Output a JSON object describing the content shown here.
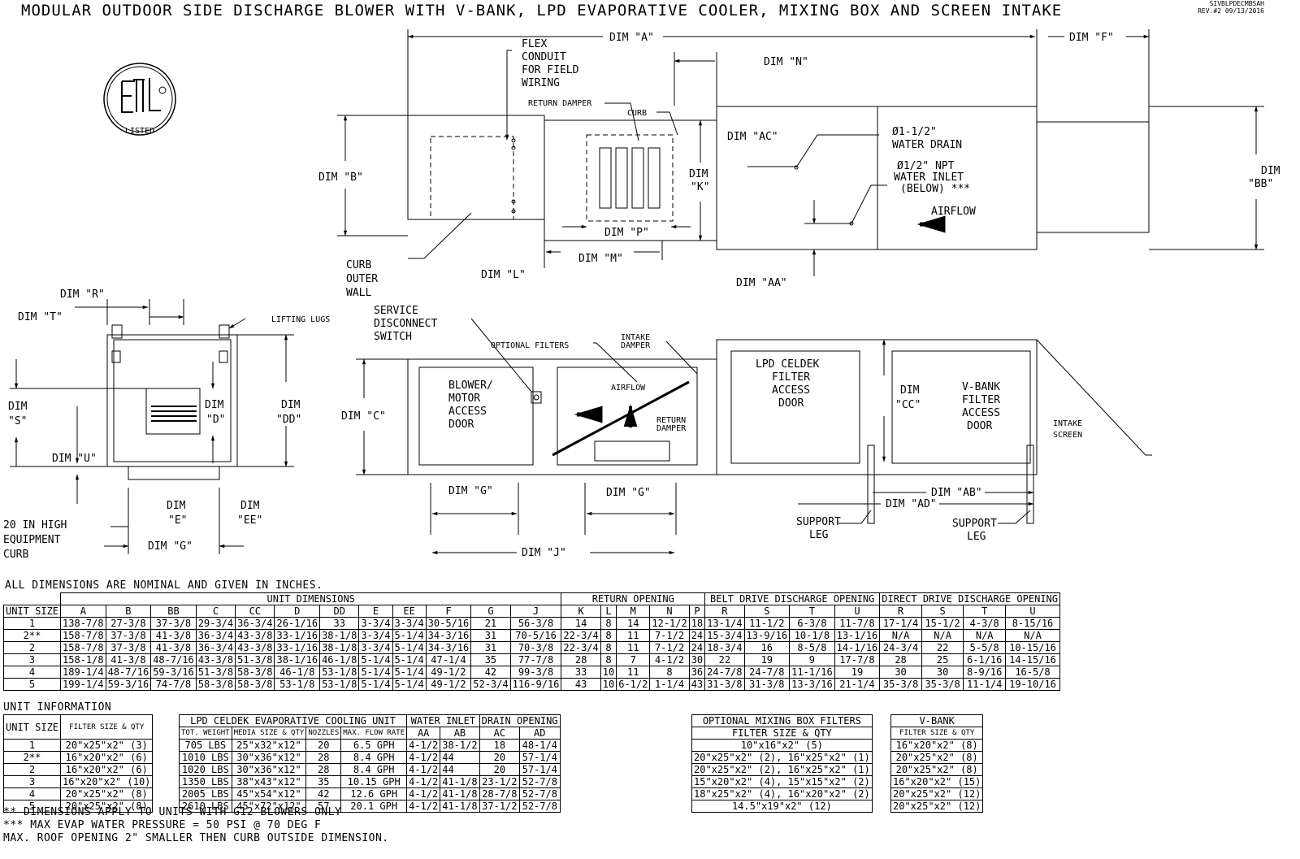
{
  "title": "MODULAR OUTDOOR SIDE DISCHARGE BLOWER WITH V-BANK, LPD EVAPORATIVE COOLER, MIXING BOX AND SCREEN INTAKE",
  "doc_code": "SIVBLPDECMBSAH",
  "revision": "REV.#2   09/13/2016",
  "logo_text": "LISTED",
  "labels": {
    "dim_a": "DIM \"A\"",
    "dim_f": "DIM \"F\"",
    "dim_n": "DIM \"N\"",
    "flex_conduit": [
      "FLEX",
      "CONDUIT",
      "FOR FIELD",
      "WIRING"
    ],
    "return_damper": "RETURN DAMPER",
    "curb": "CURB",
    "dim_ac": "DIM \"AC\"",
    "water_drain": [
      "Ø1-1/2\"",
      "WATER DRAIN"
    ],
    "water_inlet": [
      "Ø1/2\" NPT",
      "WATER INLET",
      "(BELOW) ***"
    ],
    "airflow": "AIRFLOW",
    "dim_b": "DIM \"B\"",
    "dim_k": [
      "DIM",
      "\"K\""
    ],
    "dim_p": "DIM \"P\"",
    "dim_bb": [
      "DIM",
      "\"BB\""
    ],
    "curb_outer_wall": [
      "CURB",
      "OUTER",
      "WALL"
    ],
    "dim_l": "DIM \"L\"",
    "dim_m": "DIM \"M\"",
    "dim_aa": "DIM \"AA\"",
    "dim_r": "DIM \"R\"",
    "dim_t": "DIM \"T\"",
    "lifting_lugs": "LIFTING LUGS",
    "dim_s": [
      "DIM",
      "\"S\""
    ],
    "dim_d": [
      "DIM",
      "\"D\""
    ],
    "dim_dd": [
      "DIM",
      "\"DD\""
    ],
    "dim_u": "DIM \"U\"",
    "dim_e": [
      "DIM",
      "\"E\""
    ],
    "dim_ee": [
      "DIM",
      "\"EE\""
    ],
    "dim_g": "DIM \"G\"",
    "equipment_curb": [
      "20 IN HIGH",
      "EQUIPMENT",
      "CURB"
    ],
    "service_disconnect": [
      "SERVICE",
      "DISCONNECT",
      "SWITCH"
    ],
    "optional_filters": "OPTIONAL FILTERS",
    "intake_damper": [
      "INTAKE",
      "DAMPER"
    ],
    "lpd_door": [
      "LPD CELDEK",
      "FILTER",
      "ACCESS",
      "DOOR"
    ],
    "vbank_door": [
      "V-BANK",
      "FILTER",
      "ACCESS",
      "DOOR"
    ],
    "dim_cc": [
      "DIM",
      "\"CC\""
    ],
    "dim_c": "DIM \"C\"",
    "blower_door": [
      "BLOWER/",
      "MOTOR",
      "ACCESS",
      "DOOR"
    ],
    "airflow_small": "AIRFLOW",
    "return_damper_side": [
      "RETURN",
      "DAMPER"
    ],
    "intake_screen": [
      "INTAKE",
      "SCREEN"
    ],
    "dim_ab": "DIM \"AB\"",
    "dim_ad": "DIM \"AD\"",
    "support_leg": [
      "SUPPORT",
      "LEG"
    ],
    "dim_j": "DIM \"J\""
  },
  "note_nominal": "ALL DIMENSIONS ARE NOMINAL AND GIVEN IN INCHES.",
  "unit_dims": {
    "group_headers": [
      "UNIT DIMENSIONS",
      "RETURN OPENING",
      "BELT DRIVE DISCHARGE OPENING",
      "DIRECT DRIVE DISCHARGE OPENING"
    ],
    "columns": [
      "UNIT SIZE",
      "A",
      "B",
      "BB",
      "C",
      "CC",
      "D",
      "DD",
      "E",
      "EE",
      "F",
      "G",
      "J",
      "K",
      "L",
      "M",
      "N",
      "P",
      "R",
      "S",
      "T",
      "U",
      "R",
      "S",
      "T",
      "U"
    ],
    "rows": [
      [
        "1",
        "138-7/8",
        "27-3/8",
        "37-3/8",
        "29-3/4",
        "36-3/4",
        "26-1/16",
        "33",
        "3-3/4",
        "3-3/4",
        "30-5/16",
        "21",
        "56-3/8",
        "14",
        "8",
        "14",
        "12-1/2",
        "18",
        "13-1/4",
        "11-1/2",
        "6-3/8",
        "11-7/8",
        "17-1/4",
        "15-1/2",
        "4-3/8",
        "8-15/16"
      ],
      [
        "2**",
        "158-7/8",
        "37-3/8",
        "41-3/8",
        "36-3/4",
        "43-3/8",
        "33-1/16",
        "38-1/8",
        "3-3/4",
        "5-1/4",
        "34-3/16",
        "31",
        "70-5/16",
        "22-3/4",
        "8",
        "11",
        "7-1/2",
        "24",
        "15-3/4",
        "13-9/16",
        "10-1/8",
        "13-1/16",
        "N/A",
        "N/A",
        "N/A",
        "N/A"
      ],
      [
        "2",
        "158-7/8",
        "37-3/8",
        "41-3/8",
        "36-3/4",
        "43-3/8",
        "33-1/16",
        "38-1/8",
        "3-3/4",
        "5-1/4",
        "34-3/16",
        "31",
        "70-3/8",
        "22-3/4",
        "8",
        "11",
        "7-1/2",
        "24",
        "18-3/4",
        "16",
        "8-5/8",
        "14-1/16",
        "24-3/4",
        "22",
        "5-5/8",
        "10-15/16"
      ],
      [
        "3",
        "158-1/8",
        "41-3/8",
        "48-7/16",
        "43-3/8",
        "51-3/8",
        "38-1/16",
        "46-1/8",
        "5-1/4",
        "5-1/4",
        "47-1/4",
        "35",
        "77-7/8",
        "28",
        "8",
        "7",
        "4-1/2",
        "30",
        "22",
        "19",
        "9",
        "17-7/8",
        "28",
        "25",
        "6-1/16",
        "14-15/16"
      ],
      [
        "4",
        "189-1/4",
        "48-7/16",
        "59-3/16",
        "51-3/8",
        "58-3/8",
        "46-1/8",
        "53-1/8",
        "5-1/4",
        "5-1/4",
        "49-1/2",
        "42",
        "99-3/8",
        "33",
        "10",
        "11",
        "8",
        "36",
        "24-7/8",
        "24-7/8",
        "11-1/16",
        "19",
        "30",
        "30",
        "8-9/16",
        "16-5/8"
      ],
      [
        "5",
        "199-1/4",
        "59-3/16",
        "74-7/8",
        "58-3/8",
        "58-3/8",
        "53-1/8",
        "53-1/8",
        "5-1/4",
        "5-1/4",
        "49-1/2",
        "52-3/4",
        "116-9/16",
        "43",
        "10",
        "6-1/2",
        "1-1/4",
        "43",
        "31-3/8",
        "31-3/8",
        "13-3/16",
        "21-1/4",
        "35-3/8",
        "35-3/8",
        "11-1/4",
        "19-10/16"
      ]
    ]
  },
  "unit_info_label": "UNIT INFORMATION",
  "unit_info": {
    "columns": [
      "UNIT SIZE",
      "FILTER SIZE & QTY"
    ],
    "rows": [
      [
        "1",
        "20\"x25\"x2\" (3)"
      ],
      [
        "2**",
        "16\"x20\"x2\" (6)"
      ],
      [
        "2",
        "16\"x20\"x2\" (6)"
      ],
      [
        "3",
        "16\"x20\"x2\" (10)"
      ],
      [
        "4",
        "20\"x25\"x2\" (8)"
      ],
      [
        "5",
        "20\"x25\"x2\" (8)"
      ]
    ]
  },
  "lpd": {
    "group_headers": [
      "LPD CELDEK EVAPORATIVE COOLING UNIT",
      "WATER INLET",
      "DRAIN OPENING"
    ],
    "columns": [
      "TOT. WEIGHT",
      "MEDIA SIZE & QTY",
      "NOZZLES",
      "MAX. FLOW RATE",
      "AA",
      "AB",
      "AC",
      "AD"
    ],
    "rows": [
      [
        "705 LBS",
        "25\"x32\"x12\"",
        "20",
        "6.5 GPH",
        "4-1/2",
        "38-1/2",
        "18",
        "48-1/4"
      ],
      [
        "1010 LBS",
        "30\"x36\"x12\"",
        "28",
        "8.4 GPH",
        "4-1/2",
        "44",
        "20",
        "57-1/4"
      ],
      [
        "1020 LBS",
        "30\"x36\"x12\"",
        "28",
        "8.4 GPH",
        "4-1/2",
        "44",
        "20",
        "57-1/4"
      ],
      [
        "1350 LBS",
        "38\"x43\"x12\"",
        "35",
        "10.15 GPH",
        "4-1/2",
        "41-1/8",
        "23-1/2",
        "52-7/8"
      ],
      [
        "2005 LBS",
        "45\"x54\"x12\"",
        "42",
        "12.6 GPH",
        "4-1/2",
        "41-1/8",
        "28-7/8",
        "52-7/8"
      ],
      [
        "2610 LBS",
        "45\"x72\"x12\"",
        "57",
        "20.1 GPH",
        "4-1/2",
        "41-1/8",
        "37-1/2",
        "52-7/8"
      ]
    ]
  },
  "mixing_box": {
    "header": "OPTIONAL MIXING BOX FILTERS",
    "column": "FILTER SIZE & QTY",
    "rows": [
      "10\"x16\"x2\" (5)",
      "20\"x25\"x2\" (2), 16\"x25\"x2\" (1)",
      "20\"x25\"x2\" (2), 16\"x25\"x2\" (1)",
      "15\"x20\"x2\" (4), 15\"x15\"x2\" (2)",
      "18\"x25\"x2\" (4), 16\"x20\"x2\" (2)",
      "14.5\"x19\"x2\" (12)"
    ]
  },
  "vbank": {
    "header": "V-BANK",
    "column": "FILTER SIZE & QTY",
    "rows": [
      "16\"x20\"x2\" (8)",
      "20\"x25\"x2\" (8)",
      "20\"x25\"x2\" (8)",
      "16\"x20\"x2\" (15)",
      "20\"x25\"x2\" (12)",
      "20\"x25\"x2\" (12)"
    ]
  },
  "footnotes": [
    "** DIMENSIONS APPLY TO UNITS WITH G12 BLOWERS ONLY",
    "*** MAX EVAP WATER PRESSURE = 50 PSI @ 70 DEG F",
    "MAX. ROOF OPENING 2\" SMALLER THEN CURB OUTSIDE DIMENSION."
  ]
}
